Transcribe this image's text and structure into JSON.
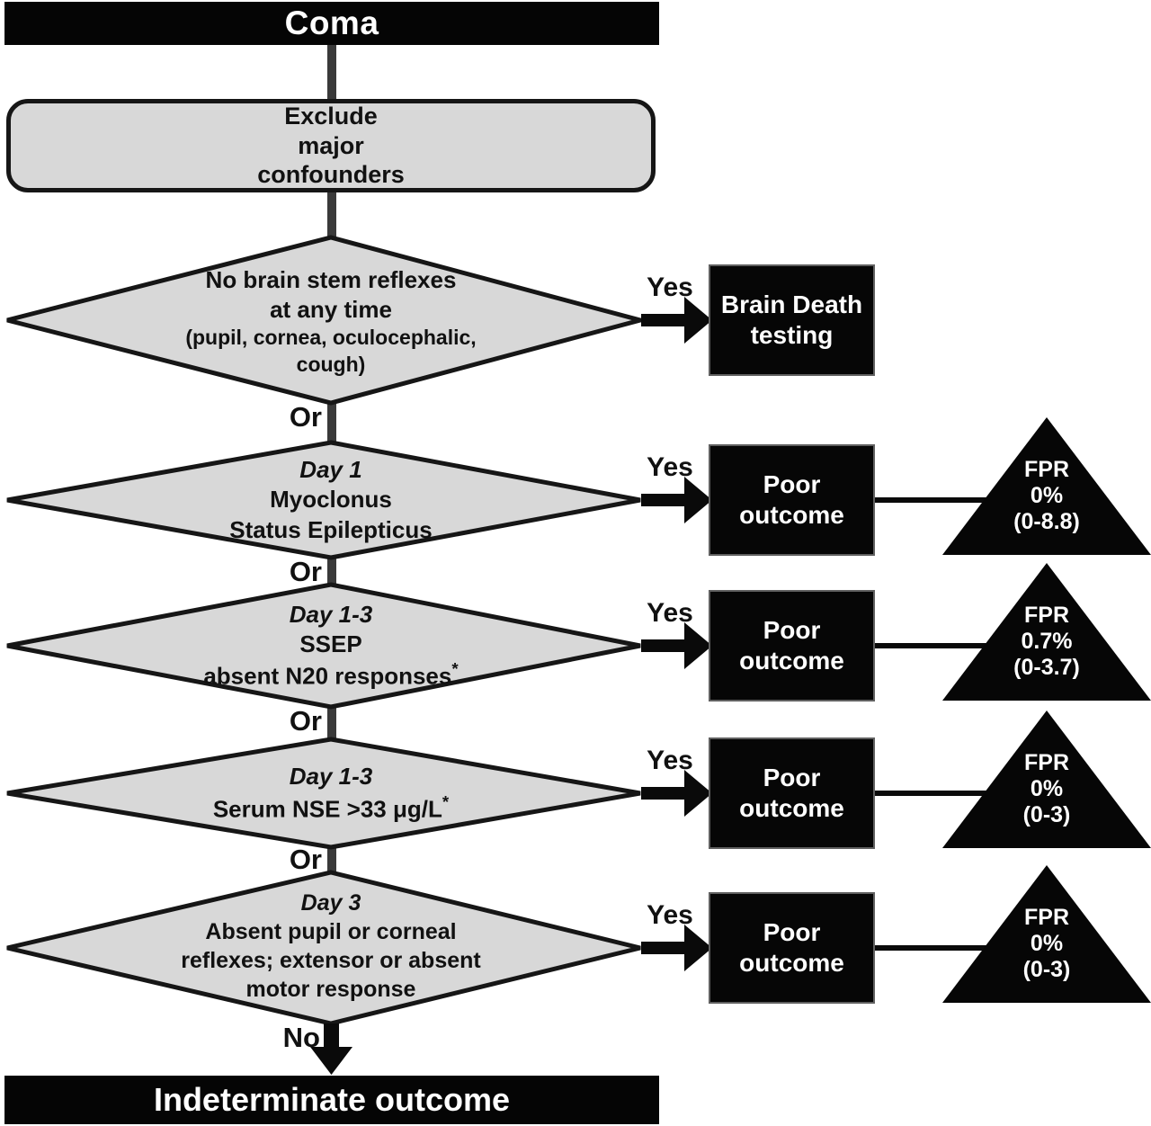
{
  "palette": {
    "node_fill": "#d8d8d8",
    "node_stroke": "#161616",
    "solid_box": "#060606",
    "box_text": "#ffffff",
    "connector": "#3a3a3a"
  },
  "start": {
    "label": "Coma"
  },
  "preprocess": {
    "lines": [
      "Exclude",
      "major",
      "confounders"
    ]
  },
  "labels": {
    "yes": "Yes",
    "or": "Or",
    "no": "No"
  },
  "decisions": [
    {
      "name": "no-brainstem-reflexes",
      "main_lines": [
        "No brain stem reflexes",
        "at any time"
      ],
      "sub_lines": [
        "(pupil, cornea, oculocephalic,",
        "cough)"
      ],
      "outcome": {
        "lines": [
          "Brain Death",
          "testing"
        ]
      }
    },
    {
      "name": "myoclonus-status-epilepticus",
      "day": "Day 1",
      "main_lines": [
        "Myoclonus",
        "Status Epilepticus"
      ],
      "outcome": {
        "lines": [
          "Poor",
          "outcome"
        ]
      },
      "fpr": {
        "label": "FPR",
        "value": "0%",
        "range": "(0-8.8)"
      }
    },
    {
      "name": "ssep-absent-n20",
      "day": "Day 1-3",
      "main_lines": [
        "SSEP",
        "absent N20 responses"
      ],
      "footnote_marker": "*",
      "outcome": {
        "lines": [
          "Poor",
          "outcome"
        ]
      },
      "fpr": {
        "label": "FPR",
        "value": "0.7%",
        "range": "(0-3.7)"
      }
    },
    {
      "name": "serum-nse",
      "day": "Day 1-3",
      "main_lines": [
        "Serum NSE >33 μg/L"
      ],
      "footnote_marker": "*",
      "outcome": {
        "lines": [
          "Poor",
          "outcome"
        ]
      },
      "fpr": {
        "label": "FPR",
        "value": "0%",
        "range": "(0-3)"
      }
    },
    {
      "name": "day3-pupil-corneal-motor",
      "day": "Day 3",
      "main_lines": [
        "Absent pupil or corneal",
        "reflexes; extensor or absent",
        "motor response"
      ],
      "outcome": {
        "lines": [
          "Poor",
          "outcome"
        ]
      },
      "fpr": {
        "label": "FPR",
        "value": "0%",
        "range": "(0-3)"
      }
    }
  ],
  "end": {
    "label": "Indeterminate outcome"
  }
}
